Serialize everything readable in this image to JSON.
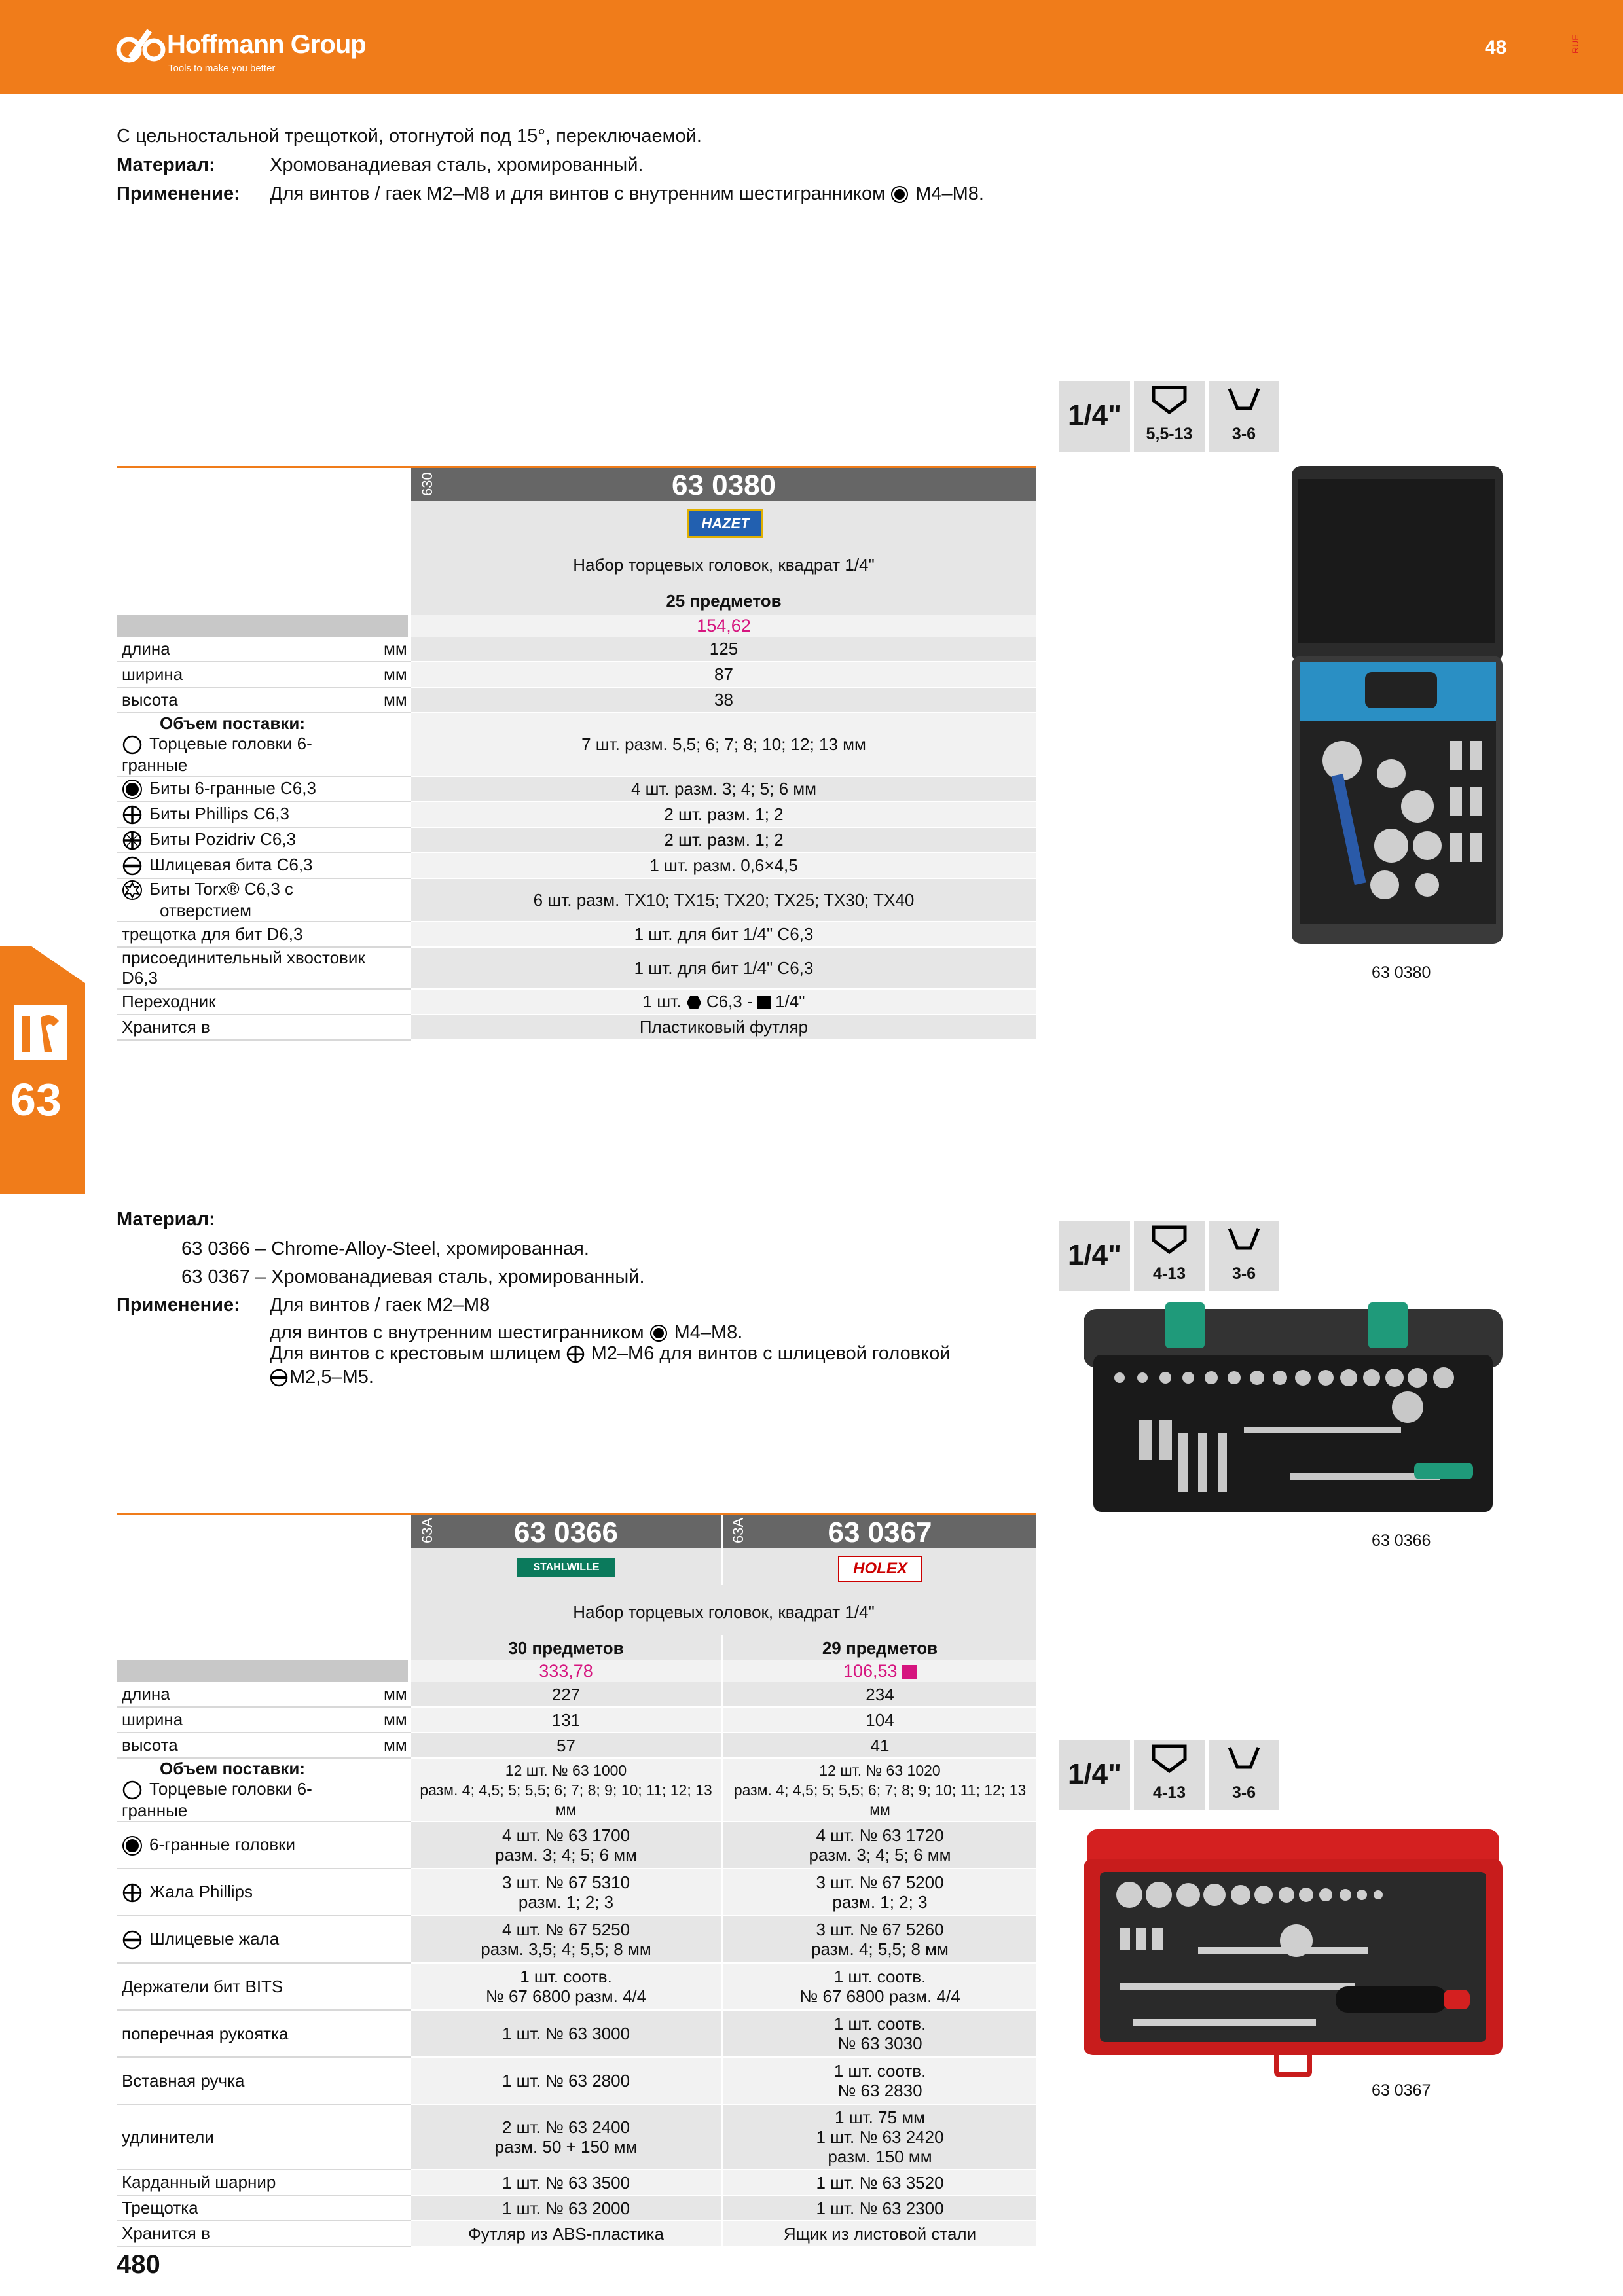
{
  "header": {
    "brand": "Hoffmann Group",
    "tagline": "Tools to make you better",
    "page_top": "48",
    "lang": "RUE"
  },
  "sidebar": {
    "chapter": "63"
  },
  "footer": {
    "page": "480"
  },
  "sec1": {
    "intro": "С цельностальной трещоткой, отогнутой под 15°, переключаемой.",
    "mat_label": "Материал:",
    "mat_value": "Хромованадиевая сталь, хромированный.",
    "app_label": "Применение:",
    "app_value": "Для винтов / гаек      M2–M8 и для винтов с внутренним шестигранником",
    "app_tail": "M4–M8.",
    "icons": {
      "drive": "1/4\"",
      "a": "5,5-13",
      "b": "3-6"
    },
    "code_small": "630",
    "article": "63 0380",
    "brand": "HAZET",
    "title": "Набор торцевых головок, квадрат 1/4\"",
    "pieces": "25 предметов",
    "price": "154,62",
    "rows": [
      {
        "label": "длина",
        "unit": "мм",
        "value": "125"
      },
      {
        "label": "ширина",
        "unit": "мм",
        "value": "87"
      },
      {
        "label": "высота",
        "unit": "мм",
        "value": "38"
      },
      {
        "label": "Объем поставки:",
        "sub": "Торцевые головки 6-гранные",
        "icon": "hex-socket",
        "value": "7 шт. разм. 5,5; 6; 7; 8; 10; 12; 13 мм"
      },
      {
        "label": "Биты 6-гранные C6,3",
        "icon": "hex-bit",
        "value": "4 шт. разм. 3; 4; 5; 6 мм"
      },
      {
        "label": "Биты Phillips C6,3",
        "icon": "phillips",
        "value": "2 шт. разм. 1; 2"
      },
      {
        "label": "Биты Pozidriv C6,3",
        "icon": "pozidriv",
        "value": "2 шт. разм. 1; 2"
      },
      {
        "label": "Шлицевая бита C6,3",
        "icon": "slot",
        "value": "1 шт. разм. 0,6×4,5"
      },
      {
        "label": "Биты Torx® C6,3 с отверстием",
        "icon": "torx",
        "value": "6 шт. разм. TX10; TX15; TX20; TX25; TX30; TX40"
      },
      {
        "label": "трещотка для бит D6,3",
        "value": "1 шт. для бит 1/4\" C6,3"
      },
      {
        "label": "присоединительный хвостовик D6,3",
        "value": "1 шт. для бит 1/4\" C6,3"
      },
      {
        "label": "Переходник",
        "value": "1 шт.  C6,3 -  1/4\""
      },
      {
        "label": "Хранится в",
        "value": "Пластиковый футляр"
      }
    ],
    "photo_caption": "63 0380"
  },
  "sec2": {
    "mat_label": "Материал:",
    "mat_lines": [
      "63 0366 – Chrome-Alloy-Steel, хромированная.",
      "63 0367 – Хромованадиевая сталь, хромированный."
    ],
    "app_label": "Применение:",
    "app_lines": [
      "Для винтов / гаек      M2–M8",
      "для винтов с внутренним шестигранником",
      "Для винтов с крестовым шлицем",
      "M2,5–M5."
    ],
    "app_tails": [
      "M4–M8.",
      "M2–M6 для винтов с шлицевой головкой"
    ],
    "icons1": {
      "drive": "1/4\"",
      "a": "4-13",
      "b": "3-6"
    },
    "icons2": {
      "drive": "1/4\"",
      "a": "4-13",
      "b": "3-6"
    },
    "codes_small": [
      "63A",
      "63A"
    ],
    "articles": [
      "63 0366",
      "63 0367"
    ],
    "brands": [
      "STAHLWILLE",
      "HOLEX"
    ],
    "title": "Набор торцевых головок, квадрат 1/4\"",
    "pieces": [
      "30 предметов",
      "29 предметов"
    ],
    "prices": [
      "333,78",
      "106,53"
    ],
    "rows": [
      {
        "label": "длина",
        "unit": "мм",
        "v1": "227",
        "v2": "234"
      },
      {
        "label": "ширина",
        "unit": "мм",
        "v1": "131",
        "v2": "104"
      },
      {
        "label": "высота",
        "unit": "мм",
        "v1": "57",
        "v2": "41"
      },
      {
        "label": "Объем поставки:",
        "sub": "Торцевые головки 6-гранные",
        "icon": "hex-socket",
        "v1": "12 шт. № 63 1000|разм. 4; 4,5; 5; 5,5; 6; 7; 8; 9; 10; 11; 12; 13 мм",
        "v2": "12 шт. № 63 1020|разм. 4; 4,5; 5; 5,5; 6; 7; 8; 9; 10; 11; 12; 13 мм"
      },
      {
        "label": "6-гранные головки",
        "icon": "hex-bit",
        "v1": "4 шт. № 63 1700|разм. 3; 4; 5; 6 мм",
        "v2": "4 шт. № 63 1720|разм. 3; 4; 5; 6 мм"
      },
      {
        "label": "Жала Phillips",
        "icon": "phillips",
        "v1": "3 шт. № 67 5310|разм. 1; 2; 3",
        "v2": "3 шт. № 67 5200|разм. 1; 2; 3"
      },
      {
        "label": "Шлицевые жала",
        "icon": "slot",
        "v1": "4 шт. № 67 5250|разм. 3,5; 4; 5,5; 8 мм",
        "v2": "3 шт. № 67 5260|разм. 4; 5,5; 8 мм"
      },
      {
        "label": "Держатели бит BITS",
        "v1": "1 шт. соотв.|№ 67 6800 разм. 4/4",
        "v2": "1 шт. соотв.|№ 67 6800 разм. 4/4"
      },
      {
        "label": "поперечная рукоятка",
        "v1": "1 шт. № 63 3000",
        "v2": "1 шт. соотв.|№ 63 3030"
      },
      {
        "label": "Вставная ручка",
        "v1": "1 шт. № 63 2800",
        "v2": "1 шт. соотв.|№ 63 2830"
      },
      {
        "label": "удлинители",
        "v1": "2 шт. № 63 2400|разм. 50 + 150 мм",
        "v2": "1 шт. 75 мм|1 шт. № 63 2420|разм. 150 мм"
      },
      {
        "label": "Карданный шарнир",
        "v1": "1 шт. № 63 3500",
        "v2": "1 шт. № 63 3520"
      },
      {
        "label": "Трещотка",
        "v1": "1 шт. № 63 2000",
        "v2": "1 шт. № 63 2300"
      },
      {
        "label": "Хранится в",
        "v1": "Футляр из ABS-пластика",
        "v2": "Ящик из листовой стали"
      }
    ],
    "photo_captions": [
      "63 0366",
      "63 0367"
    ]
  }
}
